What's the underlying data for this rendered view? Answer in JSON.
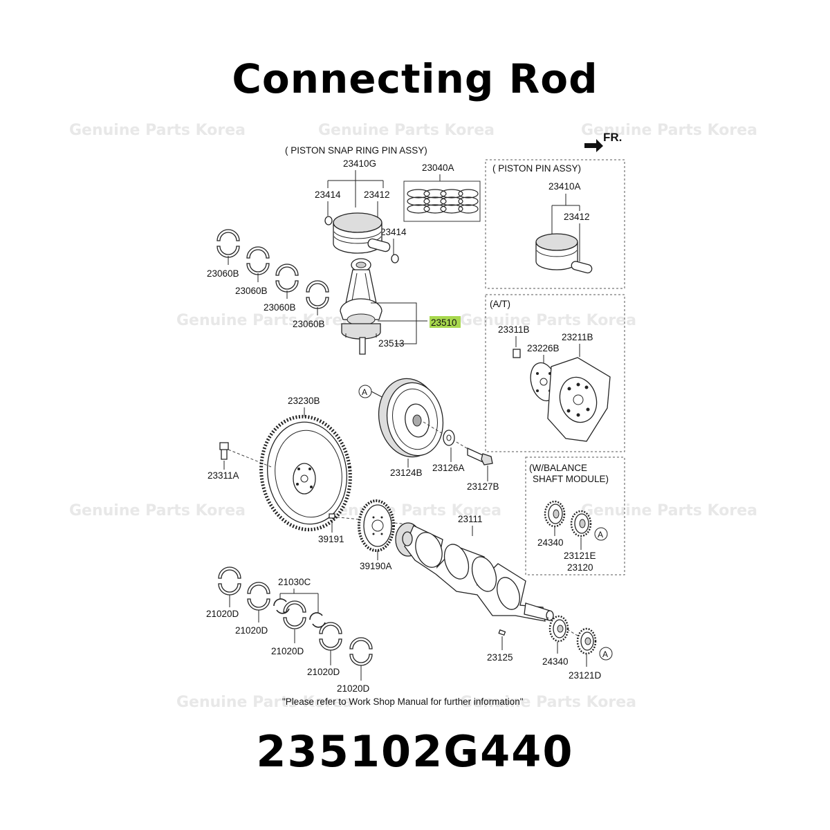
{
  "title": "Connecting Rod",
  "part_number": "235102G440",
  "watermark": "Genuine Parts Korea",
  "direction_label": "FR.",
  "footer_note": "\"Please refer to Work Shop Manual for further information\"",
  "highlight_color": "#a8d84e",
  "groups": {
    "piston_snap_ring_pin_assy": "( PISTON  SNAP RING  PIN ASSY)",
    "piston_pin_assy": "( PISTON   PIN ASSY)",
    "at": "(A/T)",
    "balance_line1": "(W/BALANCE",
    "balance_line2": "SHAFT MODULE)"
  },
  "callouts": {
    "circle_a": "A",
    "p23410G": "23410G",
    "p23040A": "23040A",
    "p23414_a": "23414",
    "p23412_a": "23412",
    "p23414_b": "23414",
    "p23410A": "23410A",
    "p23412_b": "23412",
    "p23060B_1": "23060B",
    "p23060B_2": "23060B",
    "p23060B_3": "23060B",
    "p23060B_4": "23060B",
    "p23510": "23510",
    "p23513": "23513",
    "p23311B": "23311B",
    "p23226B": "23226B",
    "p23211B": "23211B",
    "p23230B": "23230B",
    "p23124B": "23124B",
    "p23126A": "23126A",
    "p23127B": "23127B",
    "p23311A": "23311A",
    "p24340_a": "24340",
    "p23121E": "23121E",
    "p23120": "23120",
    "p39191": "39191",
    "p39190A": "39190A",
    "p23111": "23111",
    "p21030C": "21030C",
    "p21020D_1": "21020D",
    "p21020D_2": "21020D",
    "p21020D_3": "21020D",
    "p21020D_4": "21020D",
    "p21020D_5": "21020D",
    "p23125": "23125",
    "p24340_b": "24340",
    "p23121D": "23121D"
  }
}
